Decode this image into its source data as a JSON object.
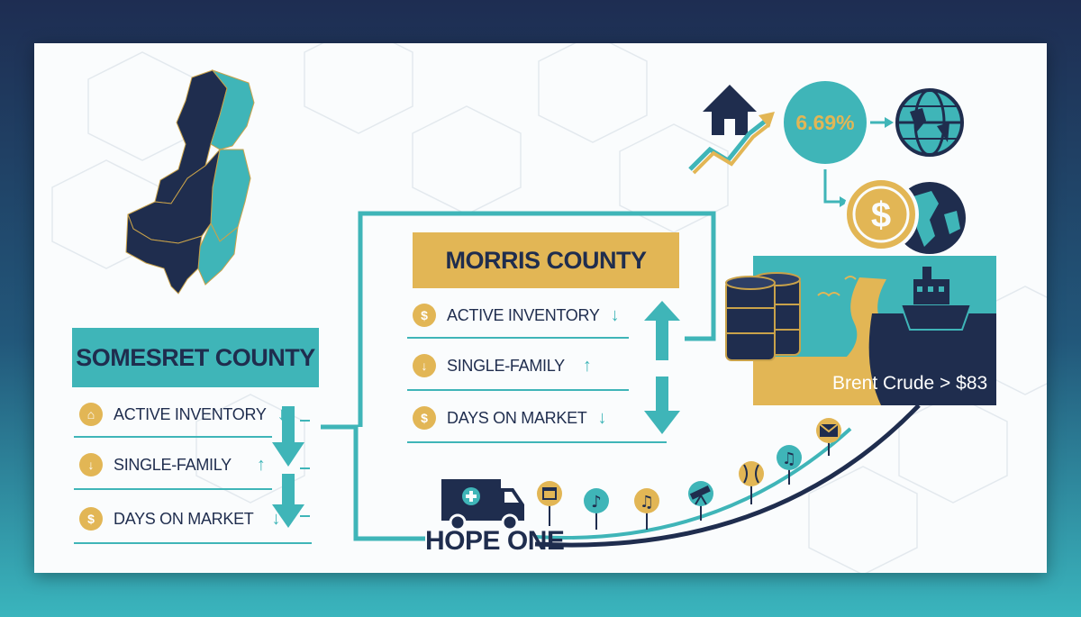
{
  "somerset": {
    "title": "SOMESRET COUNTY",
    "metrics": [
      {
        "label": "ACTIVE INVENTORY",
        "trend": "↓",
        "icon": "house-badge-icon"
      },
      {
        "label": "SINGLE-FAMILY",
        "trend": "↑",
        "icon": "down-arrow-badge-icon"
      },
      {
        "label": "DAYS ON MARKET",
        "trend": "↓",
        "icon": "money-bag-badge-icon"
      }
    ]
  },
  "morris": {
    "title": "MORRIS COUNTY",
    "metrics": [
      {
        "label": "ACTIVE INVENTORY",
        "trend": "↓",
        "icon": "money-bag-badge-icon"
      },
      {
        "label": "SINGLE-FAMILY",
        "trend": "↑",
        "icon": "down-arrow-badge-icon"
      },
      {
        "label": "DAYS ON MARKET",
        "trend": "↓",
        "icon": "money-bag-badge-icon"
      }
    ]
  },
  "rate": {
    "value": "6.69%"
  },
  "oil": {
    "label": "Brent Crude > $83"
  },
  "hope": {
    "label": "HOPE ONE"
  },
  "timeline_icons": [
    "calendar-icon",
    "music-note-icon",
    "music-note-icon",
    "telescope-icon",
    "baseball-icon",
    "music-note-icon",
    "envelope-icon"
  ],
  "colors": {
    "navy": "#1f2d4e",
    "teal": "#3fb5b8",
    "gold": "#e2b655",
    "background": "#fafcfd"
  }
}
